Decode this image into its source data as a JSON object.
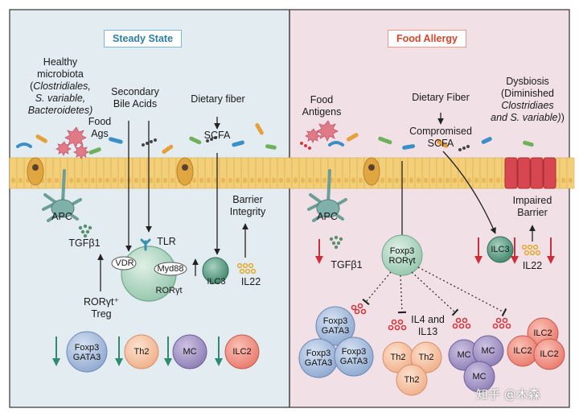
{
  "panels": {
    "left": {
      "title": "Steady State",
      "title_color": "#2d7fa6",
      "bg_color": "#e3ecf1",
      "microbiota": {
        "line1": "Healthy",
        "line2": "microbiota",
        "line3": "(Clostridiales,",
        "line4": "S. variable,",
        "line5": "Bacteroidetes)"
      },
      "food_ags_1": "Food",
      "food_ags_2": "Ags",
      "bile_1": "Secondary",
      "bile_2": "Bile Acids",
      "dietary_fiber": "Dietary fiber",
      "scfa": "SCFA",
      "barrier_1": "Barrier",
      "barrier_2": "Integrity",
      "apc": "APC",
      "tgfb": "TGFβ1",
      "tlr": "TLR",
      "vdr": "VDR",
      "myd88": "Myd88",
      "rorgt": "RORγt",
      "ilc3": "ILC3",
      "il22": "IL22",
      "treg_1": "RORγt⁺",
      "treg_2": "Treg",
      "foxp3": "Foxp3",
      "gata3": "GATA3",
      "th2": "Th2",
      "mc": "MC",
      "ilc2": "ILC2"
    },
    "right": {
      "title": "Food Allergy",
      "title_color": "#d9442b",
      "bg_color": "#f1e1e6",
      "food_antigens_1": "Food",
      "food_antigens_2": "Antigens",
      "dietary_fiber": "Dietary Fiber",
      "compromised_1": "Compromised",
      "compromised_2": "SCFA",
      "dysbiosis": {
        "line1": "Dysbiosis",
        "line2": "(Diminished",
        "line3": "Clostridiaes",
        "line4": "and S. variable)"
      },
      "impaired_1": "Impaired",
      "impaired_2": "Barrier",
      "apc": "APC",
      "tgfb": "TGFβ1",
      "foxp3": "Foxp3",
      "rorgt": "RORγt",
      "ilc3": "ILC3",
      "il22": "IL22",
      "il4_1": "IL4 and",
      "il4_2": "IL13",
      "gata3": "GATA3",
      "th2": "Th2",
      "mc": "MC",
      "ilc2": "ILC2"
    }
  },
  "colors": {
    "epithelium": "#f2cf78",
    "goblet": "#e0a640",
    "damaged_cells": "#d8474f",
    "decrease_green": "#2e8b6e",
    "decrease_red": "#cc2f3a",
    "cytokine_red": "#d6363f",
    "foxp3_cell": "#9fb6d9",
    "th2_cell": "#f4bfa0",
    "mc_cell": "#a597c3",
    "ilc2_cell": "#f08a7e",
    "ilc3_cell": "#4c8f78",
    "treg_cell": "#a9d3bf"
  },
  "watermark": "知乎 @木森"
}
